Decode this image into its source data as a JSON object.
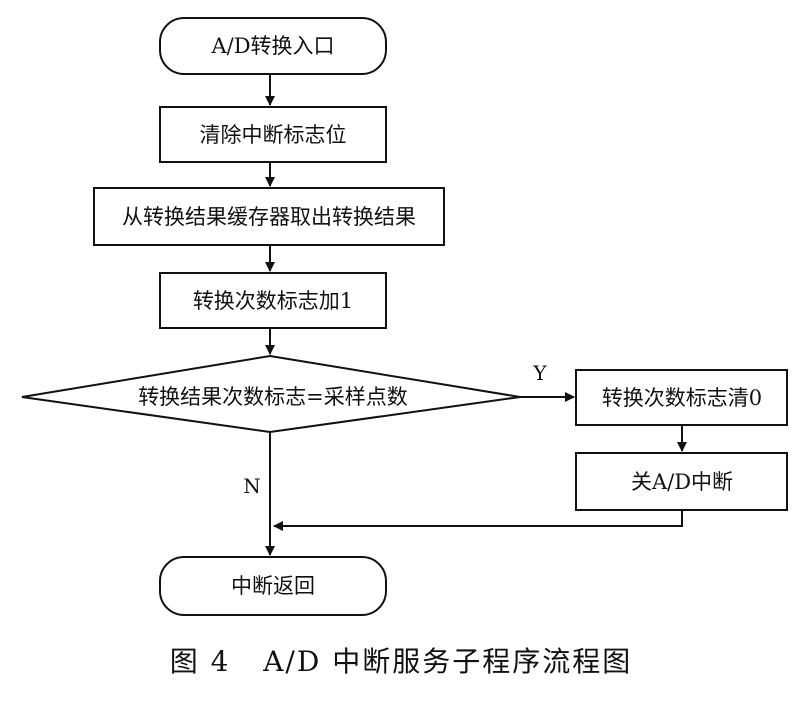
{
  "nodes": {
    "start": "A/D转换入口",
    "clear_flag": "清除中断标志位",
    "fetch_result": "从转换结果缓存器取出转换结果",
    "count_inc": "转换次数标志加1",
    "decision": "转换结果次数标志=采样点数",
    "count_clear": "转换次数标志清0",
    "disable_int": "关A/D中断",
    "end": "中断返回"
  },
  "branches": {
    "yes": "Y",
    "no": "N"
  },
  "caption": "图 4   A/D 中断服务子程序流程图",
  "colors": {
    "stroke": "#111111",
    "background": "#ffffff"
  }
}
